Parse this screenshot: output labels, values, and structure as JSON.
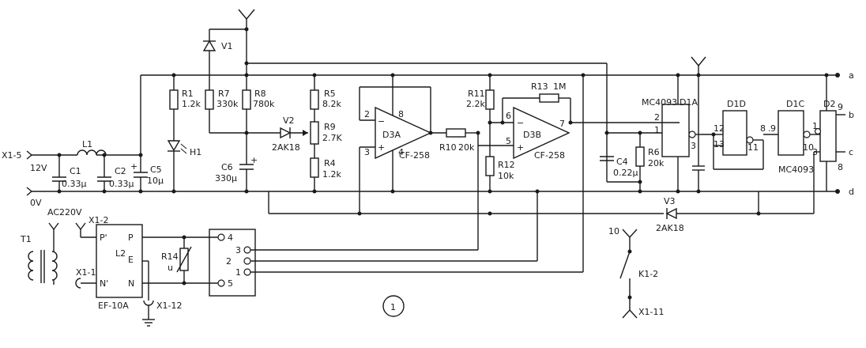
{
  "rails": {
    "a": "a",
    "b": "b",
    "c": "c",
    "d": "d"
  },
  "inputs": {
    "x1_5": "X1-5",
    "v12": "12V",
    "v0": "0V",
    "l1": "L1",
    "c1": "C1",
    "c1v": "0.33μ",
    "c2": "C2",
    "c2v": "0.33μ",
    "c5": "C5",
    "c5v": "10μ"
  },
  "divider": {
    "r1": "R1",
    "r1v": "1.2k",
    "h1": "H1",
    "v1": "V1",
    "r7": "R7",
    "r7v": "330k",
    "r8": "R8",
    "r8v": "780k",
    "c6": "C6",
    "c6v": "330μ",
    "v2": "V2",
    "v2v": "2AK18",
    "r5": "R5",
    "r5v": "8.2k",
    "r9": "R9",
    "r9v": "2.7K",
    "r4": "R4",
    "r4v": "1.2k"
  },
  "opamps": {
    "d3a": "D3A",
    "d3a_part": "CF-258",
    "d3b": "D3B",
    "d3b_part": "CF-258",
    "pin2": "2",
    "pin3": "3",
    "pin8": "8",
    "pin4": "4",
    "pin6": "6",
    "pin5": "5",
    "pin7": "7",
    "r10": "R10",
    "r10v": "20k",
    "r11": "R11",
    "r11v": "2.2k",
    "r12": "R12",
    "r12v": "10k",
    "r13": "R13",
    "r13v": "1M"
  },
  "logic": {
    "mc4093_top": "MC4093",
    "d1a": "D1A",
    "d1d": "D1D",
    "d1c": "D1C",
    "d2": "D2",
    "mc4093_bottom": "MC4093",
    "c4": "C4",
    "c4v": "0.22μ",
    "r6": "R6",
    "r6v": "20k",
    "v3": "V3",
    "v3v": "2AK18",
    "p2": "2",
    "p1": "1",
    "p3": "3",
    "p12": "12",
    "p13": "13",
    "p11": "11",
    "p8": "8",
    "p9": "9",
    "p10": "10",
    "d2p1": "1",
    "d2p3": "3",
    "d2p9": "9",
    "d2p8": "8"
  },
  "power": {
    "ac": "AC220V",
    "x1_2": "X1-2",
    "x1_1": "X1-1",
    "x1_12": "X1-12",
    "t1": "T1",
    "filter": "EF-10A",
    "pp": "P'",
    "p": "P",
    "l2": "L2",
    "e": "E",
    "np": "N'",
    "n": "N",
    "r14": "R14",
    "u": "u"
  },
  "connector": {
    "t4": "4",
    "t3": "3",
    "t2": "2",
    "t1": "1",
    "t5": "5"
  },
  "switch": {
    "n10": "10",
    "k12": "K1-2",
    "x1_11": "X1-11"
  },
  "figure": {
    "number": "1"
  }
}
